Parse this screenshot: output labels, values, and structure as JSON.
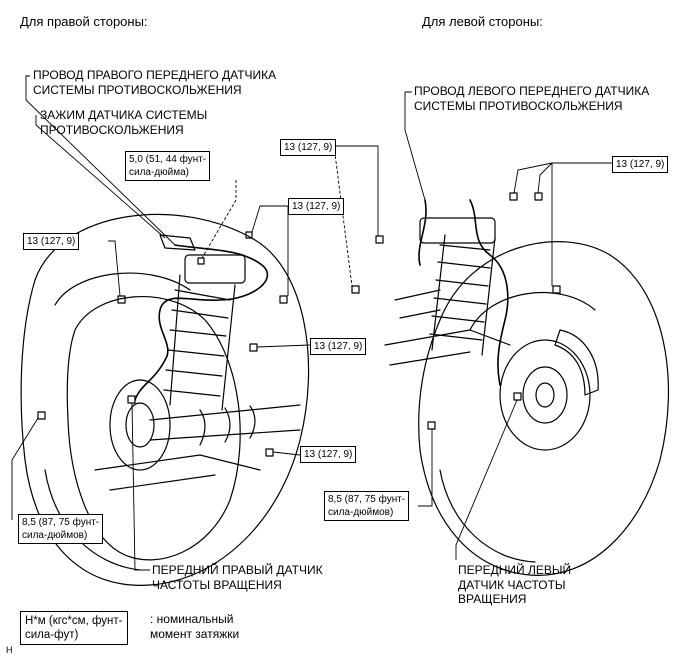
{
  "headers": {
    "right_side": "Для правой стороны:",
    "left_side": "Для левой стороны:"
  },
  "right_side": {
    "wire_label": "ПРОВОД ПРАВОГО ПЕРЕДНЕГО ДАТЧИКА\nСИСТЕМЫ ПРОТИВОСКОЛЬЖЕНИЯ",
    "clamp_label": "ЗАЖИМ ДАТЧИКА СИСТЕМЫ\nПРОТИВОСКОЛЬЖЕНИЯ",
    "sensor_label": "ПЕРЕДНИЙ ПРАВЫЙ ДАТЧИК\nЧАСТОТЫ ВРАЩЕНИЯ",
    "torques": {
      "clamp_bolt": "5,0 (51, 44 фунт-\nсила-дюйма)",
      "upper_bolt": "13 (127, 9)",
      "left_bolt": "13 (127, 9)",
      "middle_bolt": "13 (127, 9)",
      "lower_bolt": "13 (127, 9)",
      "sensor_bolt": "8,5 (87, 75 фунт-\nсила-дюймов)"
    }
  },
  "left_side": {
    "wire_label": "ПРОВОД ЛЕВОГО ПЕРЕДНЕГО ДАТЧИКА\nСИСТЕМЫ ПРОТИВОСКОЛЬЖЕНИЯ",
    "sensor_label": "ПЕРЕДНИЙ ЛЕВЫЙ\nДАТЧИК ЧАСТОТЫ\nВРАЩЕНИЯ",
    "torques": {
      "upper_left_bolt": "13 (127, 9)",
      "upper_right_bolt": "13 (127, 9)",
      "sensor_bolt": "8,5 (87, 75 фунт-\nсила-дюймов)"
    }
  },
  "legend": {
    "box": "Н*м (кгс*см, фунт-\nсила-фут)",
    "text": ": номинальный\nмомент затяжки",
    "code": "H"
  }
}
